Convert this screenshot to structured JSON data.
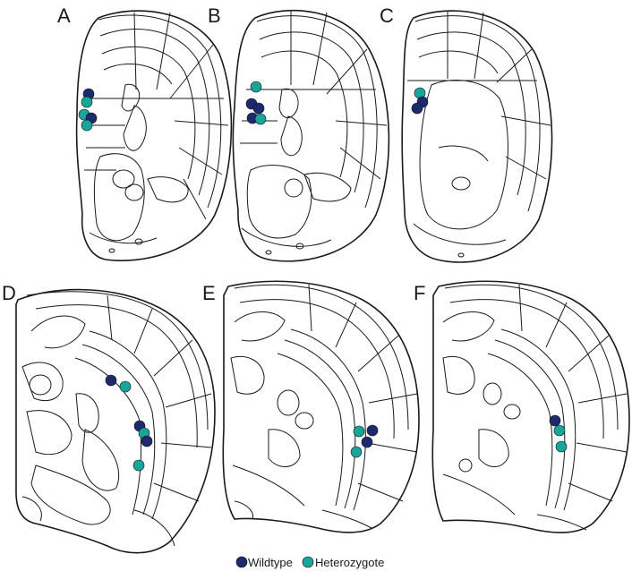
{
  "panels": [
    {
      "label": "A"
    },
    {
      "label": "B"
    },
    {
      "label": "C"
    },
    {
      "label": "D"
    },
    {
      "label": "E"
    },
    {
      "label": "F"
    }
  ],
  "legend": [
    {
      "key": "wildtype",
      "label": "Wildtype",
      "color": "#1e2a6e"
    },
    {
      "key": "heterozygote",
      "label": "Heterozygote",
      "color": "#1aa59a"
    }
  ]
}
